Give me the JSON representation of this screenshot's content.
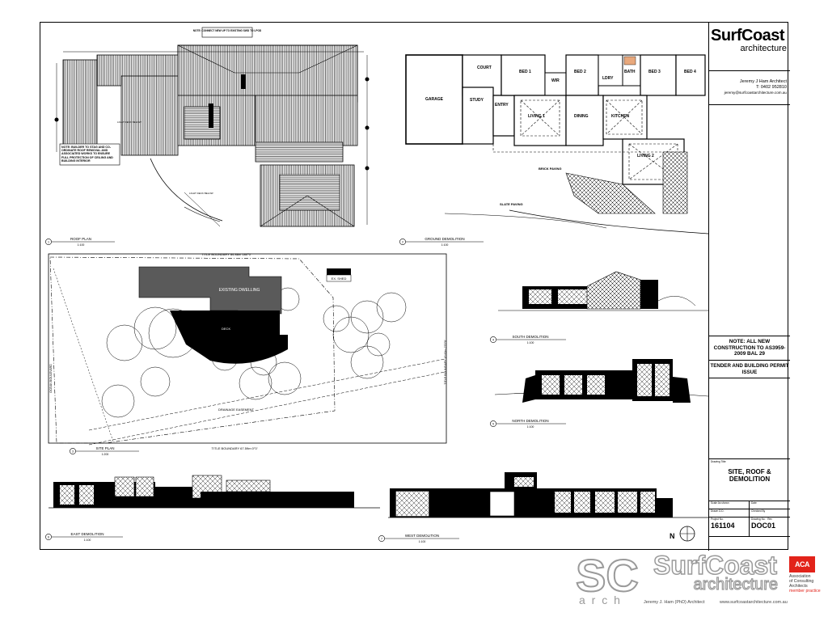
{
  "sheet": {
    "drawings": {
      "roof_plan": {
        "title": "ROOF PLAN",
        "scale": "1:100",
        "number": "1"
      },
      "ground_demolition": {
        "title": "GROUND DEMOLITION",
        "scale": "1:100",
        "number": "2"
      },
      "site_plan": {
        "title": "SITE PLAN",
        "scale": "1:200",
        "number": "3"
      },
      "south_demolition": {
        "title": "SOUTH DEMOLITION",
        "scale": "1:100",
        "number": "4"
      },
      "north_demolition": {
        "title": "NORTH DEMOLITION",
        "scale": "1:100",
        "number": "5"
      },
      "east_demolition": {
        "title": "EAST DEMOLITION",
        "scale": "1:100",
        "number": "6"
      },
      "west_demolition": {
        "title": "WEST DEMOLITION",
        "scale": "1:100",
        "number": "7"
      }
    },
    "roof_notes": {
      "top_note": "NOTE: CONNECT NEW UP TO EXISTING SWD TO LPOD",
      "builder_note": "NOTE: BUILDER TO STAG AND CO-ORDINATE ROOF REMOVAL AND ASSOCIATED WORKS TO ENSURE FULL PROTECTION OF CEILING AND BUILDING INTERIOR",
      "light_deck_1": "LIGHT DECK BELOW",
      "light_deck_2": "LIGHT DECK BELOW"
    },
    "ground_rooms": {
      "garage": "GARAGE",
      "court": "COURT",
      "study": "STUDY",
      "entry": "ENTRY",
      "bed1": "BED 1",
      "wir": "WIR",
      "bed2": "BED 2",
      "lndry": "LDRY",
      "bath": "BATH",
      "bed3": "BED 3",
      "bed4": "BED 4",
      "living1": "LIVING 1",
      "dining": "DINING",
      "kitchen": "KITCHEN",
      "living2": "LIVING 2",
      "brick_paving": "BRICK PAVING",
      "slate_paving": "SLATE PAVING"
    },
    "site_labels": {
      "boundary_top": "TITLE BOUNDARY 84.88m 180°0'",
      "boundary_bottom": "TITLE BOUNDARY 67.59m 0°0'",
      "boundary_right": "TITLE BOUNDARY 45.60m 270°0'",
      "street": "OCEAN BOULEVARD",
      "existing_dwelling": "EXISTING DWELLING",
      "deck": "DECK",
      "ex_shed": "EX. SHED",
      "drainage": "DRAINAGE EASEMENT"
    },
    "titleblock": {
      "brand": "SurfCoast",
      "brand_sub": "architecture",
      "architect": "Jeremy J Ham Architect",
      "phone": "T: 0402 952810",
      "email": "jeremy@surfcoastarchitecture.com.au",
      "note_main": "NOTE: ALL NEW CONSTRUCTION TO AS3959-2009 BAL 29",
      "issue": "TENDER AND BUILDING PERMIT ISSUE",
      "drawing_title_label": "Drawing Title:",
      "drawing_title": "SITE, ROOF & DEMOLITION",
      "scale_label": "Scale",
      "scale_value": "As shown",
      "date_label": "Date",
      "drawn_label": "Drawn",
      "drawn_value": "D.D.",
      "checked_label": "Checked By",
      "project_label": "Project No.",
      "drawing_no_label": "Drawing No.",
      "rev_label": "Rev",
      "project_no": "161104",
      "drawing_no": "DOC01",
      "north": "N"
    }
  },
  "footer": {
    "sc_letters": "SC",
    "arch": "a r c h",
    "brand": "SurfCoast",
    "brand_sub": "architecture",
    "architect": "Jeremy J. Ham (PhD) Architect",
    "website": "www.surfcoastarchitecture.com.au",
    "aca_logo": "ACA",
    "aca_line1": "Association",
    "aca_line2": "of Consulting",
    "aca_line3": "Architects",
    "aca_line4": "member practice",
    "colors": {
      "aca_red": "#e2231a",
      "grey": "#9a9a9a"
    }
  }
}
